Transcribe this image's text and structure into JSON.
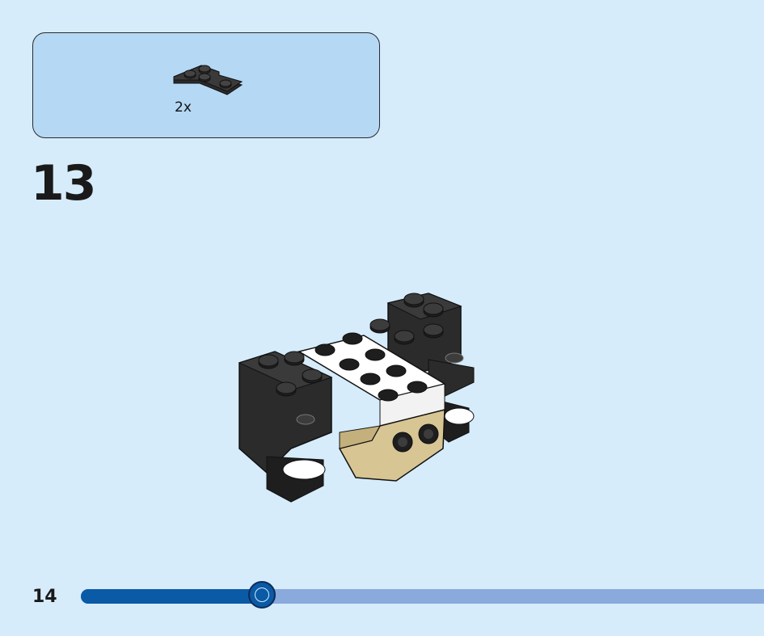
{
  "parts": {
    "items": [
      {
        "quantity": "2x",
        "icon": "black-l-plate-icon",
        "color": "#2b2b2b"
      }
    ]
  },
  "step": {
    "number": "13"
  },
  "page": {
    "number": "14"
  },
  "progress": {
    "fraction": 0.265
  },
  "colors": {
    "background": "#d6ecfb",
    "parts_box": "#b5d8f4",
    "progress_fill": "#0a5aa6",
    "progress_track": "#8aa9dc",
    "brick_black": "#2b2b2b",
    "brick_white": "#ffffff",
    "brick_tan": "#d8c594"
  }
}
